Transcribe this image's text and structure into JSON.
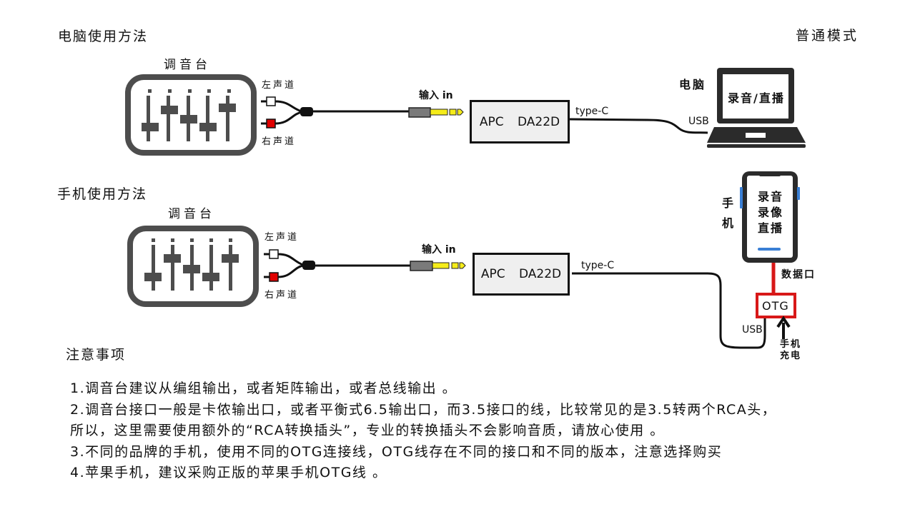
{
  "page": {
    "mode_title": "普通模式",
    "notes_title": "注意事项",
    "notes": [
      "1.调音台建议从编组输出，或者矩阵输出，或者总线输出 。",
      "2.调音台接口一般是卡侬输出口，或者平衡式6.5输出口，而3.5接口的线，比较常见的是3.5转两个RCA头，",
      "所以，这里需要使用额外的“RCA转换插头”，专业的转换插头不会影响音质，请放心使用 。",
      "3.不同的品牌的手机，使用不同的OTG连接线，OTG线存在不同的接口和不同的版本，注意选择购买",
      "4.苹果手机，建议采购正版的苹果手机OTG线 。"
    ]
  },
  "computer_section": {
    "title": "电脑使用方法",
    "mixer_label": "调音台",
    "left_channel": "左声道",
    "right_channel": "右声道",
    "input_label": "输入 in",
    "device_name": "APC DA22D",
    "cable_out_label": "type-C",
    "usb_label": "USB",
    "target_label": "电脑",
    "screen_text": "录音/直播"
  },
  "phone_section": {
    "title": "手机使用方法",
    "mixer_label": "调音台",
    "left_channel": "左声道",
    "right_channel": "右声道",
    "input_label": "输入 in",
    "device_name": "APC DA22D",
    "cable_out_label": "type-C",
    "usb_label": "USB",
    "target_label": "手机",
    "screen_lines": [
      "录音",
      "录像",
      "直播"
    ],
    "data_port_label": "数据口",
    "otg_label": "OTG",
    "charge_label_lines": [
      "手机",
      "充电"
    ]
  },
  "colors": {
    "mixer_gray": "#4d4d4d",
    "rca_left": "#ffffff",
    "rca_right": "#e00000",
    "plug_tip": "#f5ec1a",
    "plug_body": "#7a7a7a",
    "device_fill": "#efefef",
    "otg_red": "#d81818",
    "phone_accent": "#3a7fd5",
    "laptop_dark": "#2b2b2b"
  }
}
